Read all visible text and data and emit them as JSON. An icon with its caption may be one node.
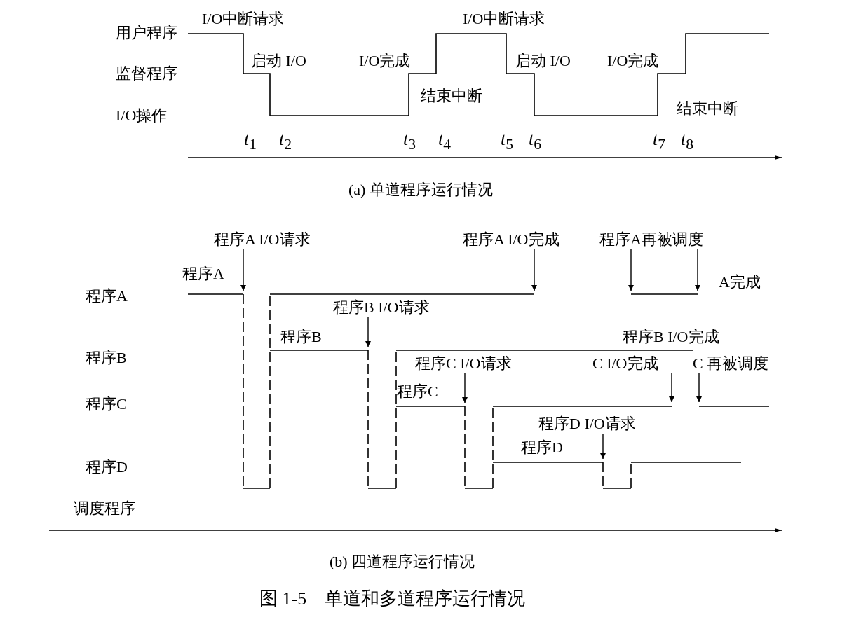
{
  "diagram": {
    "caption": "图 1-5　单道和多道程序运行情况",
    "nodes": [
      {
        "text": [
          "程序A I/O请求"
        ]
      },
      {
        "text": [
          "程序A I/O完成"
        ]
      },
      {
        "text": [
          "程序A再被调度"
        ]
      },
      {
        "text": [
          "程序B I/O请求"
        ]
      },
      {
        "text": [
          "程序C I/O请求"
        ]
      },
      {
        "text": [
          "C I/O完成"
        ]
      },
      {
        "text": [
          "C 再被调度"
        ]
      },
      {
        "text": [
          "程序D I/O请求"
        ]
      }
    ],
    "edges": [
      {
        "from": 0,
        "to": null,
        "arrow": "to"
      },
      {
        "from": 1,
        "to": null,
        "arrow": "to"
      },
      {
        "from": 2,
        "to": null,
        "arrow": "to"
      },
      {
        "from": 2,
        "to": null,
        "arrow": "to"
      },
      {
        "from": 3,
        "to": null,
        "arrow": "to"
      },
      {
        "from": 4,
        "to": null,
        "arrow": "to"
      },
      {
        "from": 5,
        "to": null,
        "arrow": "to"
      },
      {
        "from": 6,
        "to": null,
        "arrow": "to"
      },
      {
        "from": 7,
        "to": null,
        "arrow": "to"
      }
    ],
    "labels": [
      "I/O中断请求",
      "I/O中断请求",
      "用户程序",
      "启动 I/O",
      "I/O完成",
      "启动 I/O",
      "I/O完成",
      "监督程序",
      "结束中断",
      "结束中断",
      "I/O操作",
      "*t*$_{1}$",
      "*t*$_{2}$",
      "*t*$_{3}$",
      "*t*$_{4}$",
      "*t*$_{5}$",
      "*t*$_{6}$",
      "*t*$_{7}$",
      "*t*$_{8}$",
      "(a) 单道程序运行情况",
      "程序A",
      "A完成",
      "程序A",
      "程序B",
      "程序B I/O完成",
      "程序B",
      "程序C",
      "程序C",
      "程序D",
      "程序D",
      "调度程序",
      "(b) 四道程序运行情况"
    ]
  }
}
